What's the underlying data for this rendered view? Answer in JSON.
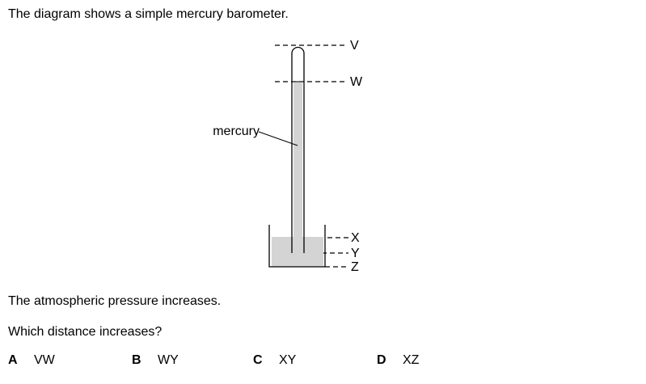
{
  "question": {
    "intro": "The diagram shows a simple mercury barometer.",
    "statement": "The atmospheric pressure increases.",
    "prompt": "Which distance increases?"
  },
  "diagram": {
    "label_mercury": "mercury",
    "level_v": "V",
    "level_w": "W",
    "level_x": "X",
    "level_y": "Y",
    "level_z": "Z",
    "mercury_color": "#d4d4d4"
  },
  "options": [
    {
      "letter": "A",
      "text": "VW"
    },
    {
      "letter": "B",
      "text": "WY"
    },
    {
      "letter": "C",
      "text": "XY"
    },
    {
      "letter": "D",
      "text": "XZ"
    }
  ]
}
